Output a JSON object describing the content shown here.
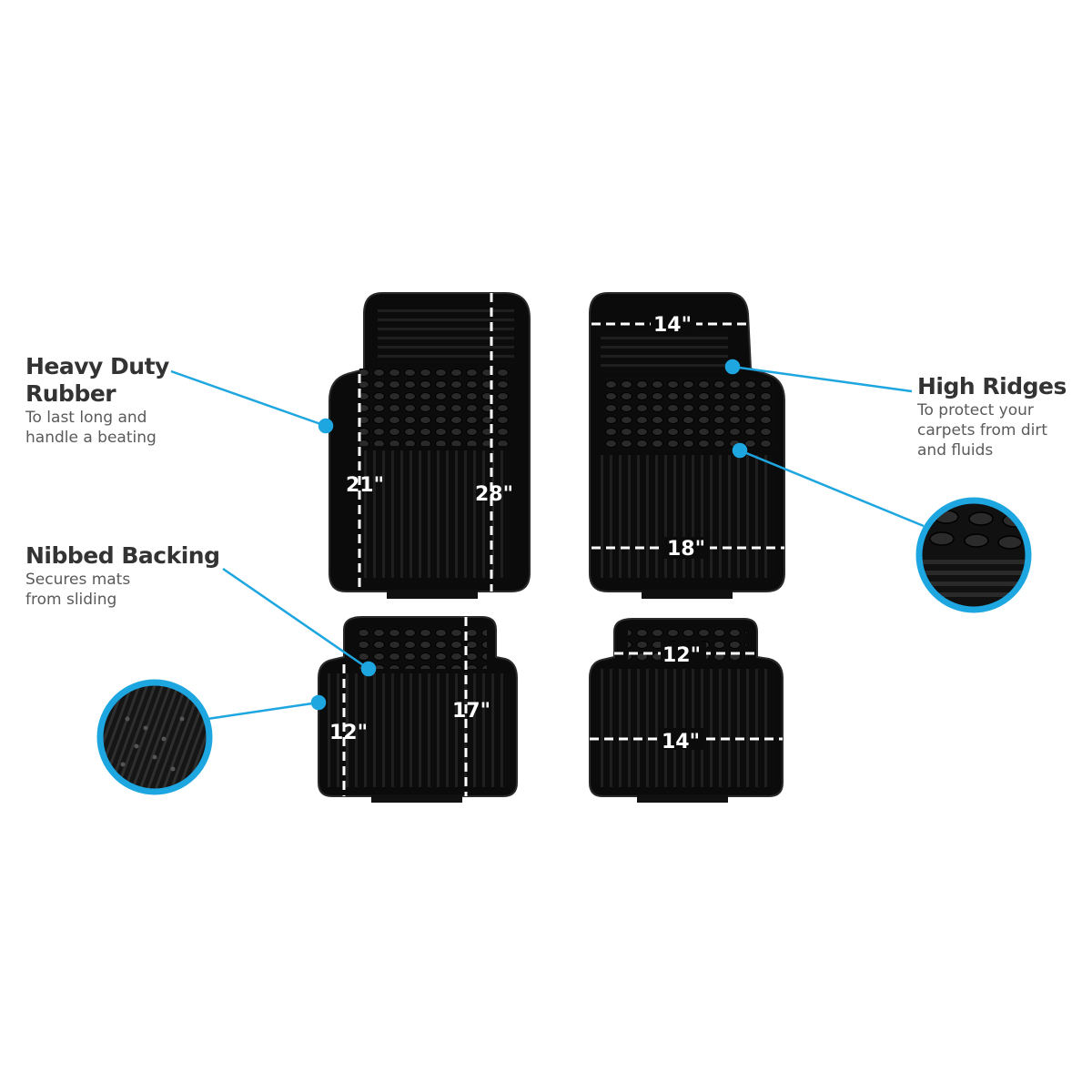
{
  "callouts": {
    "heavy_duty": {
      "title_line1": "Heavy Duty",
      "title_line2": "Rubber",
      "desc_line1": "To last long and",
      "desc_line2": "handle a beating"
    },
    "nibbed": {
      "title": "Nibbed Backing",
      "desc_line1": "Secures mats",
      "desc_line2": "from sliding"
    },
    "ridges": {
      "title": "High Ridges",
      "desc_line1": "To protect your",
      "desc_line2": "carpets from dirt",
      "desc_line3": "and fluids"
    }
  },
  "dimensions": {
    "front_driver_left": "21\"",
    "front_driver_right": "28\"",
    "front_passenger_top": "14\"",
    "front_passenger_bottom": "18\"",
    "rear_left_left": "12\"",
    "rear_left_right": "17\"",
    "rear_right_top": "12\"",
    "rear_right_bottom": "14\""
  },
  "colors": {
    "accent": "#1ea6e0",
    "mat": "#0d0d0d",
    "mat_ridge": "#262626",
    "text": "#333333",
    "subtext": "#5a5a5a"
  }
}
